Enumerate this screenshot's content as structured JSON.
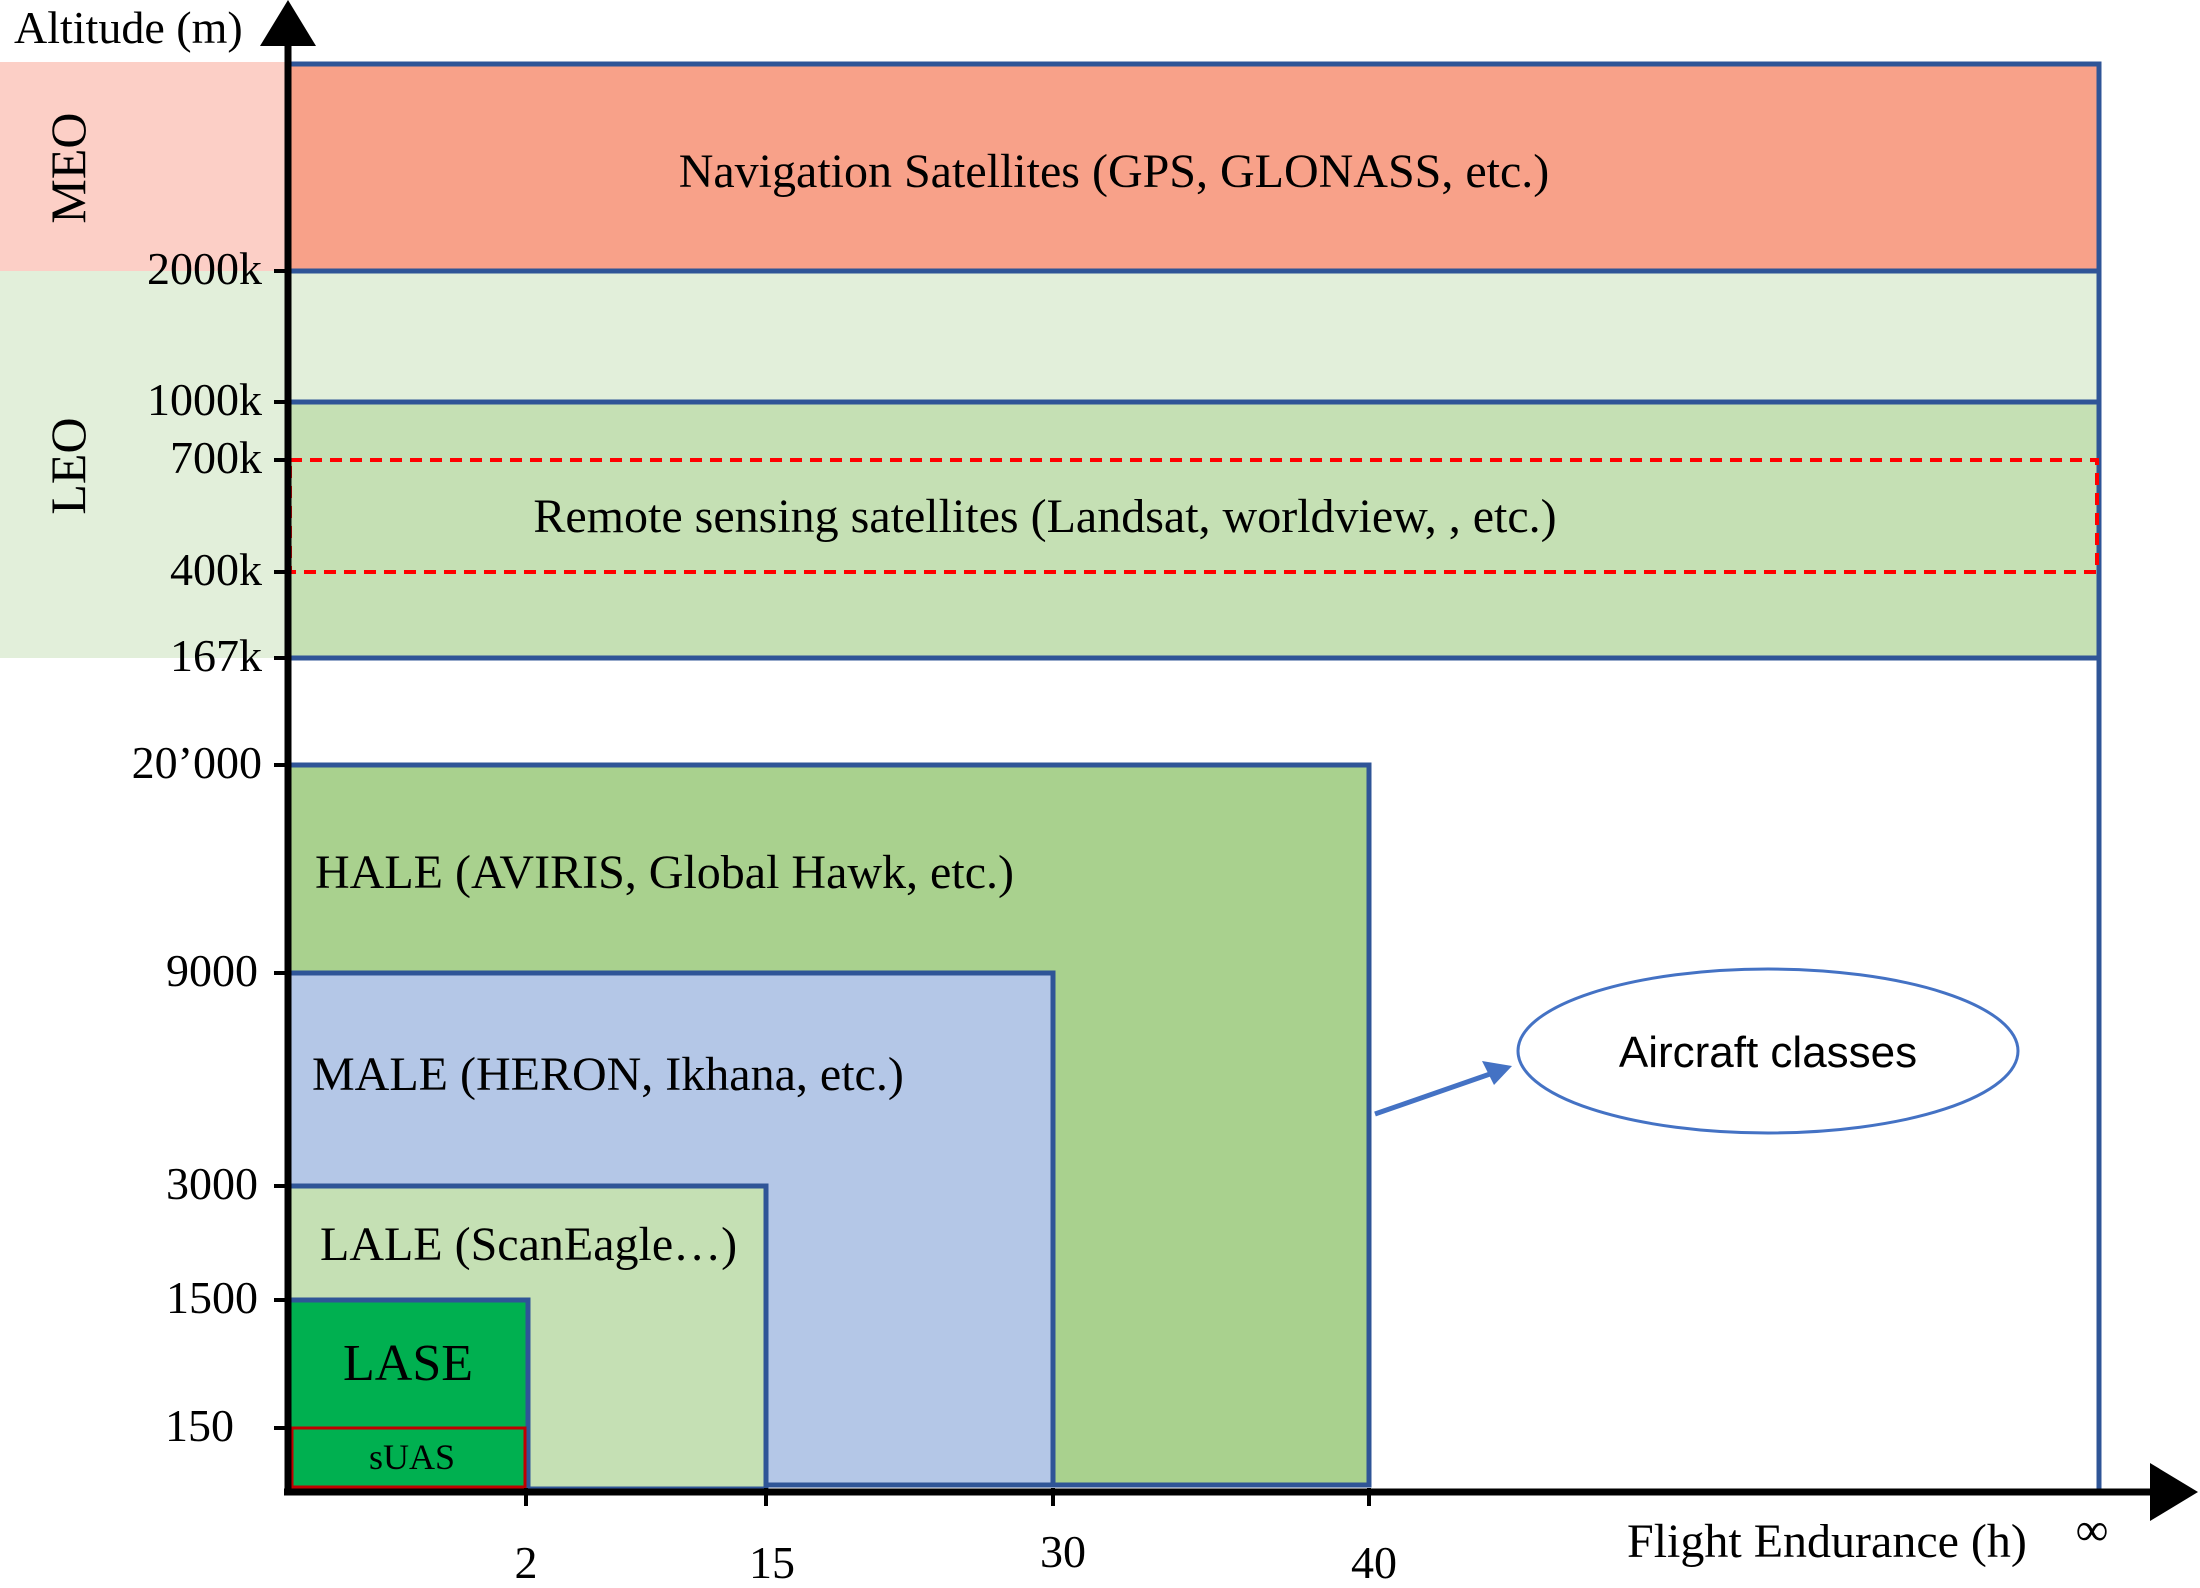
{
  "axes": {
    "y_label": "Altitude (m)",
    "x_label": "Flight Endurance (h)",
    "y_ticks": [
      "2000k",
      "1000k",
      "700k",
      "400k",
      "167k",
      "20’000",
      "9000",
      "3000",
      "1500",
      "150"
    ],
    "x_ticks": [
      "2",
      "15",
      "30",
      "40",
      "∞"
    ]
  },
  "orbit_bands": {
    "meo": "MEO",
    "leo": "LEO"
  },
  "regions": {
    "navigation": "Navigation Satellites (GPS, GLONASS, etc.)",
    "remote_sensing": "Remote sensing satellites (Landsat, worldview, , etc.)",
    "hale": "HALE (AVIRIS, Global Hawk, etc.)",
    "male": "MALE (HERON, Ikhana, etc.)",
    "lale": "LALE (ScanEagle…)",
    "lase": "LASE",
    "suas": "sUAS"
  },
  "callout": {
    "label": "Aircraft classes"
  },
  "colors": {
    "meo_band": "#fccfc6",
    "leo_band": "#e2efda",
    "navigation_fill": "#f8a189",
    "upper_leo_fill": "#e2efda",
    "lower_leo_fill": "#c5e0b4",
    "hale_fill": "#a9d18e",
    "male_fill": "#b4c7e7",
    "lale_fill": "#c5e0b4",
    "lase_fill": "#00b050",
    "border_blue": "#2f5597",
    "dashed_red": "#ff0000",
    "suas_border": "#c00000",
    "callout_blue": "#4472c4"
  }
}
